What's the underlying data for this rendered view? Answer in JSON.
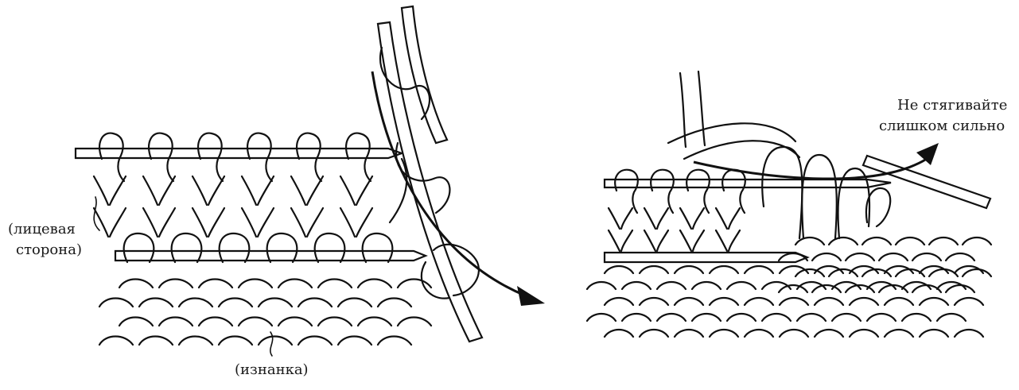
{
  "labels": {
    "right_side_line1": "(лицевая",
    "right_side_line2": "сторона)",
    "wrong_side": "(изнанка)",
    "tension_note_line1": "Не стягивайте",
    "tension_note_line2": "слишком сильно"
  },
  "figures": [
    {
      "name": "left-panel"
    },
    {
      "name": "right-panel"
    }
  ]
}
